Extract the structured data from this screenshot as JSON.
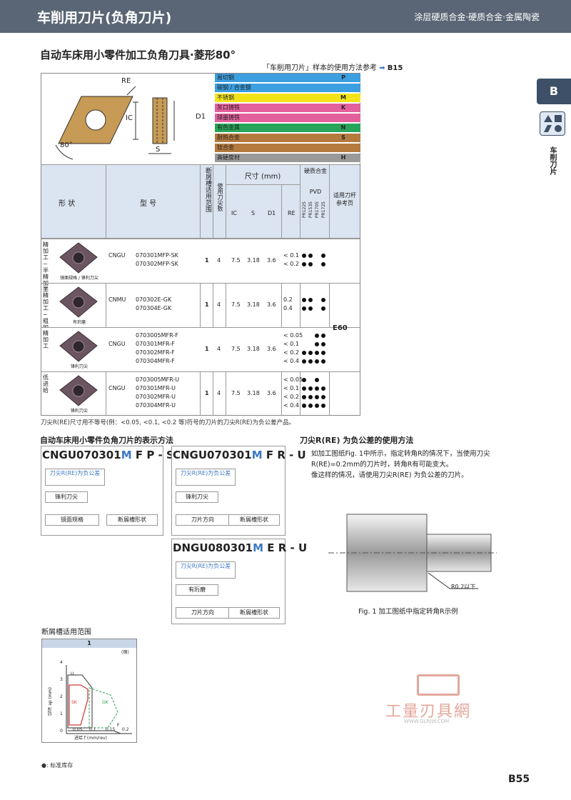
{
  "header": {
    "title": "车削用刀片(负角刀片)",
    "subtitle": "涂层硬质合金·硬质合金·金属陶瓷"
  },
  "section_title": "自动车床用小零件加工负角刀具·菱形80°",
  "reference": {
    "text": "「车削用刀片」样本的使用方法参考",
    "page": "B15"
  },
  "side": {
    "tab": "B",
    "label": "车削刀片"
  },
  "diagram": {
    "re": "RE",
    "ic": "IC",
    "d1": "D1",
    "s": "S",
    "angle": "80°"
  },
  "materials": [
    {
      "name": "易切钢",
      "tag": "P",
      "color": "#3b9fe0"
    },
    {
      "name": "碳钢 / 合金钢",
      "tag": "",
      "color": "#3b9fe0"
    },
    {
      "name": "不锈钢",
      "tag": "M",
      "color": "#f3e41a"
    },
    {
      "name": "灰口铸铁",
      "tag": "K",
      "color": "#e4609d"
    },
    {
      "name": "球墨铸铁",
      "tag": "",
      "color": "#e4609d"
    },
    {
      "name": "有色金属",
      "tag": "N",
      "color": "#27a55a"
    },
    {
      "name": "耐热合金",
      "tag": "S",
      "color": "#b47a3e"
    },
    {
      "name": "钛合金",
      "tag": "",
      "color": "#b47a3e"
    },
    {
      "name": "高硬度材",
      "tag": "H",
      "color": "#9a9a9a"
    }
  ],
  "table_head": {
    "shape": "形  状",
    "model": "型  号",
    "range": "断屑槽适用范围",
    "edges": "使用刀尖数",
    "size": "尺寸 (mm)",
    "ic": "IC",
    "s": "S",
    "d1": "D1",
    "re": "RE",
    "carbide": "硬质合金",
    "pvd": "PVD",
    "grades": [
      "PR1225",
      "PR1535",
      "PR1705",
      "PR1725"
    ],
    "holder": "适用刀杆参考页"
  },
  "rows": [
    {
      "cat": "精加工~半精加工",
      "caption": "镜面规格 / 锋利刀尖",
      "type": "CNGU",
      "models": [
        "070301MFP-SK",
        "070302MFP-SK"
      ],
      "range": "1",
      "edges": "4",
      "ic": "7.5",
      "s": "3.18",
      "d1": "3.6",
      "re": [
        "< 0.1",
        "< 0.2"
      ]
    },
    {
      "cat": "半精加工~粗加工",
      "caption": "有珩磨",
      "type": "CNMU",
      "models": [
        "070302E-GK",
        "070304E-GK"
      ],
      "range": "1",
      "edges": "4",
      "ic": "7.5",
      "s": "3.18",
      "d1": "3.6",
      "re": [
        "0.2",
        "0.4"
      ]
    },
    {
      "cat": "精加工",
      "caption": "锋利刀尖",
      "type": "CNGU",
      "models": [
        "0703005MFR-F",
        "070301MFR-F",
        "070302MFR-F",
        "070304MFR-F"
      ],
      "range": "1",
      "edges": "4",
      "ic": "7.5",
      "s": "3.18",
      "d1": "3.6",
      "re": [
        "< 0.05",
        "< 0.1",
        "< 0.2",
        "< 0.4"
      ]
    },
    {
      "cat": "低进给",
      "caption": "锋利刀尖",
      "type": "CNGU",
      "models": [
        "0703005MFR-U",
        "070301MFR-U",
        "070302MFR-U",
        "070304MFR-U"
      ],
      "range": "1",
      "edges": "4",
      "ic": "7.5",
      "s": "3.18",
      "d1": "3.6",
      "re": [
        "< 0.05",
        "< 0.1",
        "< 0.2",
        "< 0.4"
      ]
    }
  ],
  "holder_ref": "E60",
  "footnote": "刀尖R(RE)尺寸用不等号(例：<0.05, <0.1, <0.2 等)符号的刀片的刀尖R(RE)为负公差产品。",
  "designation": {
    "title": "自动车床用小零件负角刀片的表示方法",
    "codes": [
      {
        "base": "CNGU070301",
        "m": "M",
        "rest": " F P - SK",
        "labels": [
          "刀尖R(RE)为负公差",
          "锋利刀尖",
          "镜面规格",
          "断屑槽形状"
        ]
      },
      {
        "base": "CNGU070301",
        "m": "M",
        "rest": " F R - U",
        "labels": [
          "刀尖R(RE)为负公差",
          "锋利刀尖",
          "刀片方向",
          "断屑槽形状"
        ]
      },
      {
        "base": "DNGU080301",
        "m": "M",
        "rest": " E R - U",
        "labels": [
          "刀尖R(RE)为负公差",
          "有珩磨",
          "刀片方向",
          "断屑槽形状"
        ]
      }
    ]
  },
  "tolerance": {
    "title": "刀尖R(RE) 为负公差的使用方法",
    "text": [
      "如加工图纸Fig. 1中所示，指定转角R的情况下，当使用刀尖",
      "R(RE)=0.2mm的刀片时，转角R有可能变大。",
      "像这样的情况，请使用刀尖R(RE) 为负公差的刀片。"
    ],
    "callout": "R0.2以下",
    "caption": "Fig. 1  加工图纸中指定转角R示例"
  },
  "chipbreaker": {
    "title": "断屑槽适用范围",
    "head": "1",
    "unit": "(钢)",
    "ylabel": "切深 ap (mm)",
    "xlabel": "进给 f (mm/rev)",
    "yticks": [
      "4",
      "3",
      "2",
      "1",
      "0"
    ],
    "xticks": [
      "0.05",
      "0.1",
      "0.15",
      "0.2"
    ],
    "zones": [
      "U",
      "SK",
      "GK",
      "F"
    ]
  },
  "legend": "●: 标准库存",
  "watermark": {
    "name": "工量刃具網",
    "url": "WWW.GLRJW.COM"
  },
  "page": "B55"
}
